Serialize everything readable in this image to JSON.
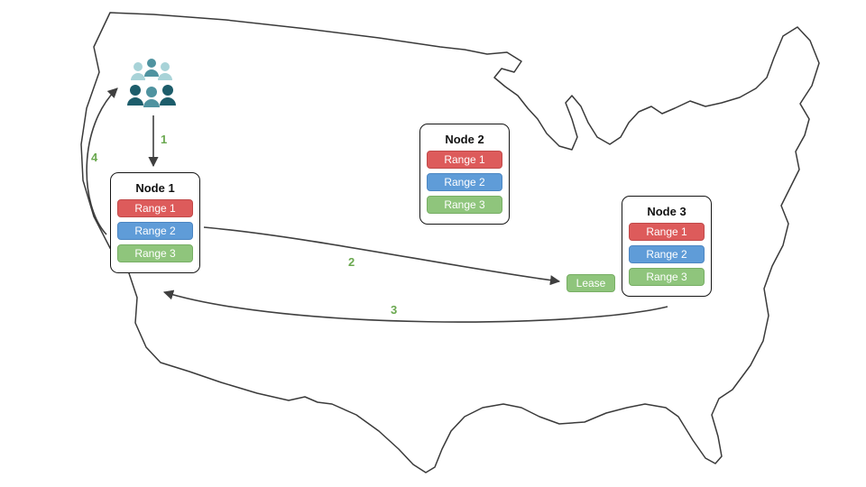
{
  "nodes": [
    {
      "title": "Node 1",
      "ranges": [
        "Range 1",
        "Range 2",
        "Range 3"
      ]
    },
    {
      "title": "Node 2",
      "ranges": [
        "Range 1",
        "Range 2",
        "Range 3"
      ]
    },
    {
      "title": "Node 3",
      "ranges": [
        "Range 1",
        "Range 2",
        "Range 3"
      ]
    }
  ],
  "lease": {
    "label": "Lease"
  },
  "steps": {
    "one": "1",
    "two": "2",
    "three": "3",
    "four": "4"
  },
  "icons": {
    "users": "users-icon"
  },
  "colors": {
    "range1_red": "#dd5b5b",
    "range2_blue": "#5f9cd8",
    "range3_green": "#8fc57c",
    "lease_green": "#8fc57c",
    "step_label_green": "#6aa84f",
    "arrow_gray": "#3f3f3f",
    "map_outline": "#3a3a3a",
    "users_dark_teal": "#1d5d6b",
    "users_mid_teal": "#4f93a0",
    "users_light_teal": "#a8d3d8"
  }
}
